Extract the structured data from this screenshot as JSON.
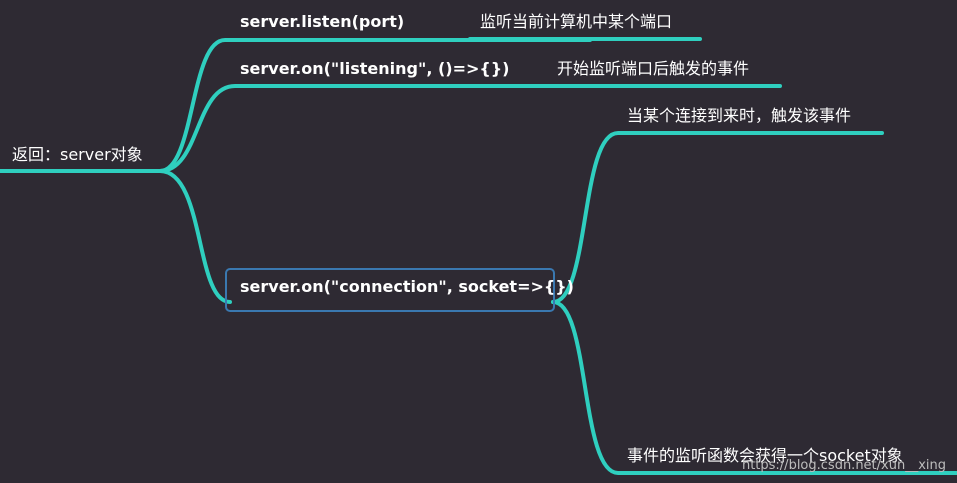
{
  "diagram": {
    "root": {
      "label": "返回：server对象"
    },
    "nodes": [
      {
        "label": "server.listen(port)",
        "desc": "监听当前计算机中某个端口"
      },
      {
        "label": "server.on(\"listening\", ()=>{})",
        "desc": "开始监听端口后触发的事件"
      },
      {
        "label": "server.on(\"connection\", socket=>{})",
        "children": [
          {
            "label": "当某个连接到来时，触发该事件"
          },
          {
            "label": "事件的监听函数会获得一个socket对象"
          }
        ]
      }
    ],
    "watermark": "https://blog.csdn.net/xun__xing"
  },
  "colors": {
    "background": "#2e2a33",
    "branch": "#2fcfbf",
    "selected_border": "#3a78b0",
    "text": "#ffffff"
  }
}
